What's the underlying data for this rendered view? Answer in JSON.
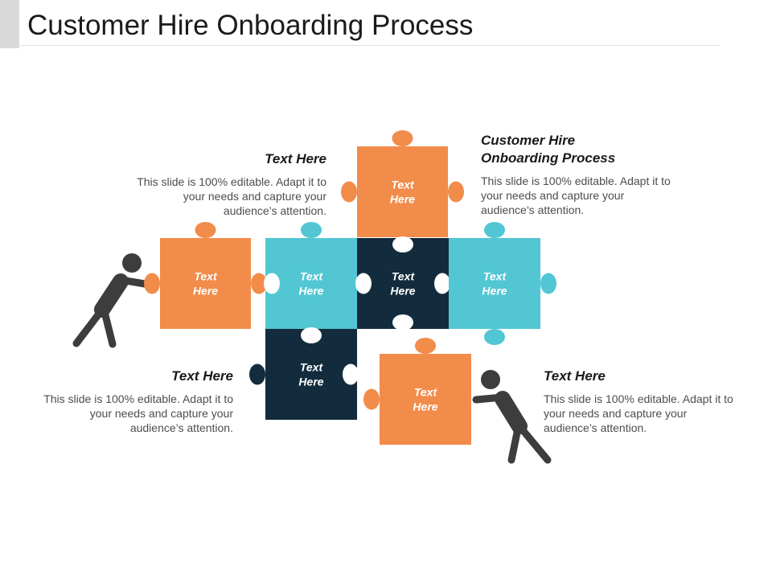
{
  "title": "Customer Hire Onboarding Process",
  "colors": {
    "orange": "#f28c4b",
    "teal": "#52c6d3",
    "navy": "#132c3d",
    "figure": "#3d3d3d"
  },
  "icons": [
    "person-pushing-icon"
  ],
  "pieces": [
    {
      "id": "top-orange",
      "line1": "Text",
      "line2": "Here"
    },
    {
      "id": "left-orange",
      "line1": "Text",
      "line2": "Here"
    },
    {
      "id": "teal-left",
      "line1": "Text",
      "line2": "Here"
    },
    {
      "id": "navy-center",
      "line1": "Text",
      "line2": "Here"
    },
    {
      "id": "teal-right",
      "line1": "Text",
      "line2": "Here"
    },
    {
      "id": "navy-bottom",
      "line1": "Text",
      "line2": "Here"
    },
    {
      "id": "bottom-orange",
      "line1": "Text",
      "line2": "Here"
    }
  ],
  "callouts": {
    "top_left": {
      "heading": "Text Here",
      "body": [
        "This slide is 100% editable. Adapt it to",
        "your needs and capture your",
        "audience’s attention."
      ]
    },
    "top_right": {
      "heading": [
        "Customer Hire",
        "Onboarding Process"
      ],
      "body": [
        "This slide is 100% editable. Adapt it to",
        "your needs and capture your",
        "audience’s attention."
      ]
    },
    "bottom_left": {
      "heading": "Text Here",
      "body": [
        "This slide is 100% editable. Adapt it to",
        "your needs and capture your",
        "audience’s attention."
      ]
    },
    "bottom_right": {
      "heading": "Text Here",
      "body": [
        "This slide is 100% editable. Adapt it to",
        "your needs and capture your",
        "audience’s attention."
      ]
    }
  }
}
